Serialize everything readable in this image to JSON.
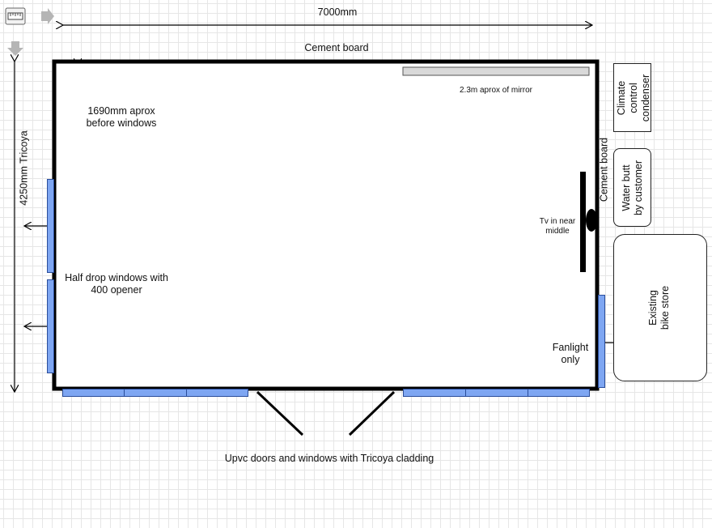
{
  "toolbar": {
    "ruler_icon": "ruler-icon",
    "arrow_right_icon": "arrow-right-icon",
    "arrow_down_icon": "arrow-down-icon"
  },
  "dimensions": {
    "width_label": "7000mm",
    "height_label": "4250mm Tricoya",
    "inner_label_line1": "1690mm aprox",
    "inner_label_line2": "before windows"
  },
  "labels": {
    "top_wall": "Cement board",
    "right_wall": "Cement board",
    "mirror": "2.3m aprox of mirror",
    "tv_line1": "Tv in near",
    "tv_line2": "middle",
    "left_windows_line1": "Half drop windows with",
    "left_windows_line2": "400 opener",
    "fanlight_line1": "Fanlight",
    "fanlight_line2": "only",
    "doors": "Upvc doors and windows with Tricoya cladding"
  },
  "boxes": {
    "climate_line1": "Climate",
    "climate_line2": "control",
    "climate_line3": "condenser",
    "water_line1": "Water butt",
    "water_line2": "by customer",
    "bike_line1": "Existing",
    "bike_line2": "bike store"
  },
  "colors": {
    "window_fill": "#7ea6f2",
    "wall": "#000000",
    "mirror_fill": "#d9d9d9",
    "grid": "#e6e6e6"
  }
}
